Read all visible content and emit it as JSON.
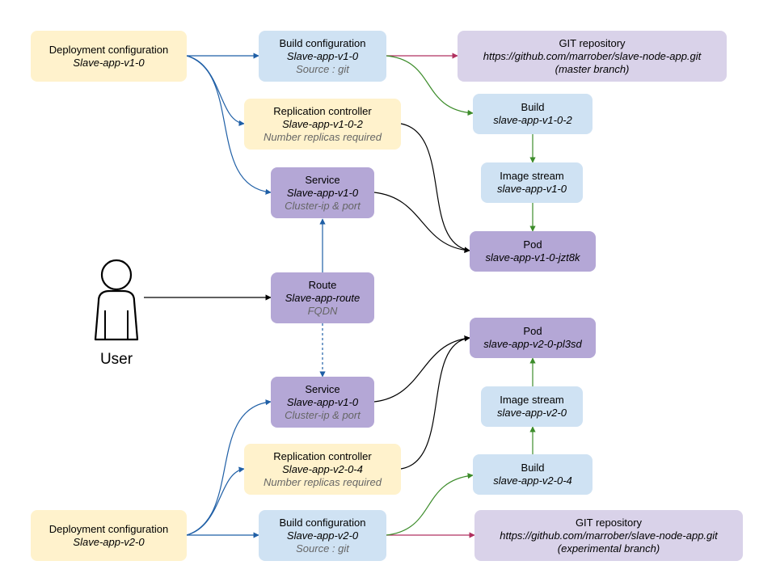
{
  "colors": {
    "deployment_fill": "#fff2cc",
    "build_fill": "#cfe2f3",
    "git_fill": "#d9d2e9",
    "network_fill": "#b4a7d6",
    "edge_blue": "#1f5fa6",
    "edge_green": "#3c8c2a",
    "edge_red": "#b03060",
    "edge_black": "#000000"
  },
  "user": {
    "icon": "person-icon",
    "label": "User"
  },
  "nodes": {
    "deploy_v1": {
      "type": "Deployment configuration",
      "name": "Slave-app-v1-0"
    },
    "build_cfg_v1": {
      "type": "Build configuration",
      "name": "Slave-app-v1-0",
      "note": "Source : git"
    },
    "git_v1": {
      "type": "GIT repository",
      "name": "https://github.com/marrober/slave-node-app.git",
      "note": "(master branch)"
    },
    "rc_v1": {
      "type": "Replication controller",
      "name": "Slave-app-v1-0-2",
      "note": "Number replicas required"
    },
    "build_v1": {
      "type": "Build",
      "name": "slave-app-v1-0-2"
    },
    "service_v1": {
      "type": "Service",
      "name": "Slave-app-v1-0",
      "note": "Cluster-ip & port"
    },
    "istream_v1": {
      "type": "Image stream",
      "name": "slave-app-v1-0"
    },
    "pod_v1": {
      "type": "Pod",
      "name": "slave-app-v1-0-jzt8k"
    },
    "route": {
      "type": "Route",
      "name": "Slave-app-route",
      "note": "FQDN"
    },
    "pod_v2": {
      "type": "Pod",
      "name": "slave-app-v2-0-pl3sd"
    },
    "service_v2": {
      "type": "Service",
      "name": "Slave-app-v1-0",
      "note": "Cluster-ip & port"
    },
    "istream_v2": {
      "type": "Image stream",
      "name": "slave-app-v2-0"
    },
    "rc_v2": {
      "type": "Replication controller",
      "name": "Slave-app-v2-0-4",
      "note": "Number replicas required"
    },
    "build_v2": {
      "type": "Build",
      "name": "slave-app-v2-0-4"
    },
    "deploy_v2": {
      "type": "Deployment configuration",
      "name": "Slave-app-v2-0"
    },
    "build_cfg_v2": {
      "type": "Build configuration",
      "name": "Slave-app-v2-0",
      "note": "Source : git"
    },
    "git_v2": {
      "type": "GIT repository",
      "name": "https://github.com/marrober/slave-node-app.git",
      "note": "(experimental branch)"
    }
  },
  "edges": [
    {
      "from": "deploy_v1",
      "to": "build_cfg_v1",
      "color": "edge_blue"
    },
    {
      "from": "deploy_v1",
      "to": "rc_v1",
      "color": "edge_blue"
    },
    {
      "from": "deploy_v1",
      "to": "service_v1",
      "color": "edge_blue"
    },
    {
      "from": "build_cfg_v1",
      "to": "git_v1",
      "color": "edge_red"
    },
    {
      "from": "build_cfg_v1",
      "to": "build_v1",
      "color": "edge_green"
    },
    {
      "from": "build_v1",
      "to": "istream_v1",
      "color": "edge_green"
    },
    {
      "from": "istream_v1",
      "to": "pod_v1",
      "color": "edge_green"
    },
    {
      "from": "rc_v1",
      "to": "pod_v1",
      "color": "edge_black"
    },
    {
      "from": "service_v1",
      "to": "pod_v1",
      "color": "edge_black"
    },
    {
      "from": "route",
      "to": "service_v1",
      "color": "edge_blue"
    },
    {
      "from": "user",
      "to": "route",
      "color": "edge_black"
    },
    {
      "from": "route",
      "to": "service_v2",
      "color": "edge_blue",
      "dashed": true
    },
    {
      "from": "deploy_v2",
      "to": "build_cfg_v2",
      "color": "edge_blue"
    },
    {
      "from": "deploy_v2",
      "to": "rc_v2",
      "color": "edge_blue"
    },
    {
      "from": "deploy_v2",
      "to": "service_v2",
      "color": "edge_blue"
    },
    {
      "from": "build_cfg_v2",
      "to": "git_v2",
      "color": "edge_red"
    },
    {
      "from": "build_cfg_v2",
      "to": "build_v2",
      "color": "edge_green"
    },
    {
      "from": "build_v2",
      "to": "istream_v2",
      "color": "edge_green"
    },
    {
      "from": "istream_v2",
      "to": "pod_v2",
      "color": "edge_green"
    },
    {
      "from": "rc_v2",
      "to": "pod_v2",
      "color": "edge_black"
    },
    {
      "from": "service_v2",
      "to": "pod_v2",
      "color": "edge_black"
    }
  ]
}
